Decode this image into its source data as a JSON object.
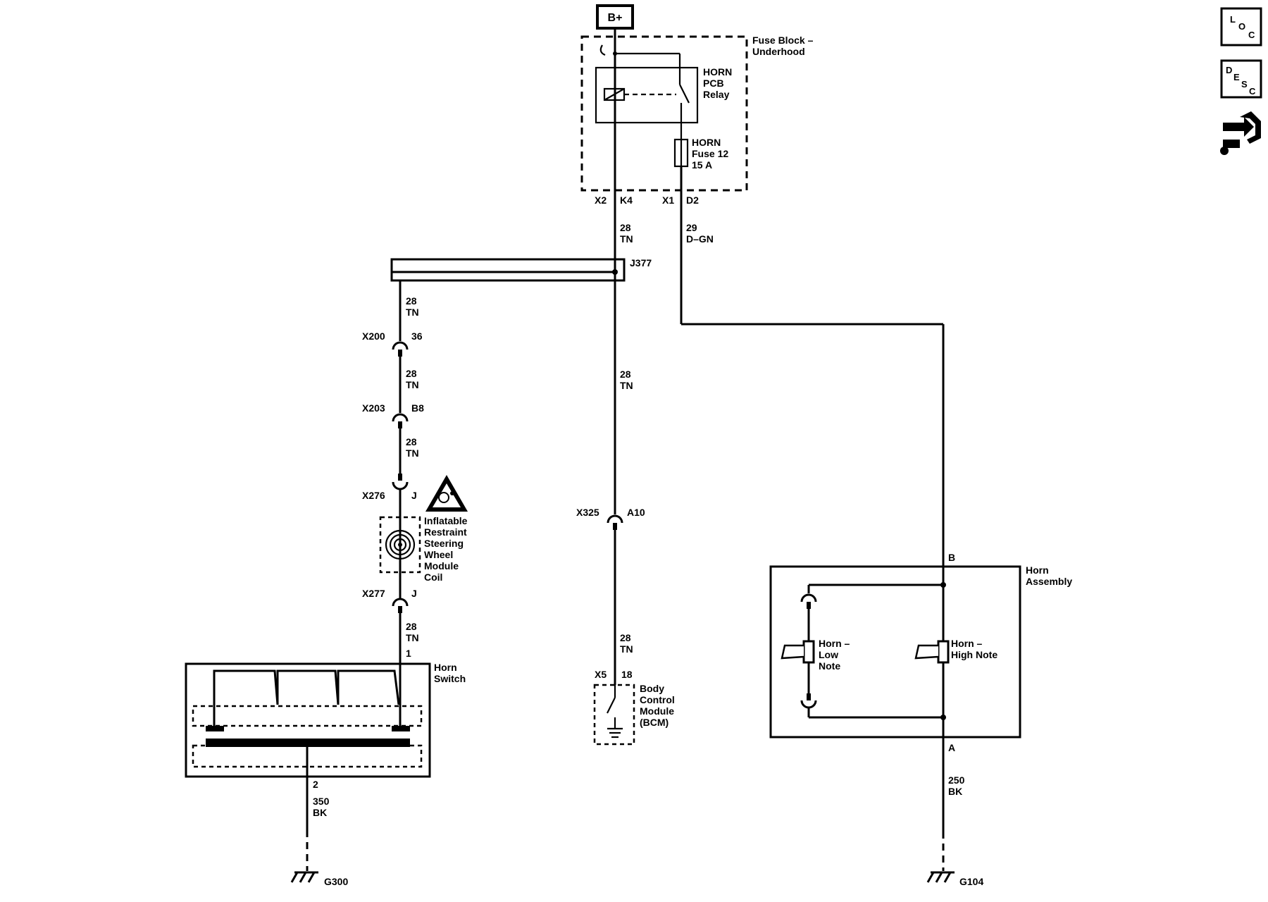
{
  "power": {
    "label": "B+"
  },
  "fuse_block": {
    "name_line1": "Fuse Block –",
    "name_line2": "Underhood"
  },
  "relay": {
    "line1": "HORN",
    "line2": "PCB",
    "line3": "Relay"
  },
  "fuse": {
    "line1": "HORN",
    "line2": "Fuse 12",
    "line3": "15 A"
  },
  "connectors": {
    "x2": "X2",
    "k4": "K4",
    "x1": "X1",
    "d2": "D2",
    "j377": "J377",
    "x200": "X200",
    "x200_pin": "36",
    "x203": "X203",
    "x203_pin": "B8",
    "x276": "X276",
    "x276_pin": "J",
    "x277": "X277",
    "x277_pin": "J",
    "x325": "X325",
    "x325_pin": "A10",
    "x5": "X5",
    "x5_pin": "18",
    "horn_switch_pin1": "1",
    "horn_switch_pin2": "2",
    "horn_assembly_pin_b": "B",
    "horn_assembly_pin_a": "A"
  },
  "wires": {
    "k4_circuit": "28",
    "k4_color": "TN",
    "d2_circuit": "29",
    "d2_color": "D–GN",
    "j377_left_circuit": "28",
    "j377_left_color": "TN",
    "x200_below_circuit": "28",
    "x200_below_color": "TN",
    "x203_below_circuit": "28",
    "x203_below_color": "TN",
    "x277_below_circuit": "28",
    "x277_below_color": "TN",
    "bcm_mid_circuit": "28",
    "bcm_mid_color": "TN",
    "bcm_low_circuit": "28",
    "bcm_low_color": "TN",
    "switch_ground_circuit": "350",
    "switch_ground_color": "BK",
    "horn_ground_circuit": "250",
    "horn_ground_color": "BK"
  },
  "coil": {
    "line1": "Inflatable",
    "line2": "Restraint",
    "line3": "Steering",
    "line4": "Wheel",
    "line5": "Module",
    "line6": "Coil"
  },
  "horn_switch": {
    "line1": "Horn",
    "line2": "Switch"
  },
  "bcm": {
    "line1": "Body",
    "line2": "Control",
    "line3": "Module",
    "line4": "(BCM)"
  },
  "horn_assembly": {
    "line1": "Horn",
    "line2": "Assembly"
  },
  "horn_low": {
    "line1": "Horn –",
    "line2": "Low",
    "line3": "Note"
  },
  "horn_high": {
    "line1": "Horn –",
    "line2": "High Note"
  },
  "grounds": {
    "g300": "G300",
    "g104": "G104"
  },
  "side_icons": {
    "loc": {
      "l": "L",
      "o": "O",
      "c": "C"
    },
    "desc": {
      "d": "D",
      "e": "E",
      "s": "S",
      "c": "C"
    },
    "tools_icon": "wrench-arrows-icon"
  }
}
